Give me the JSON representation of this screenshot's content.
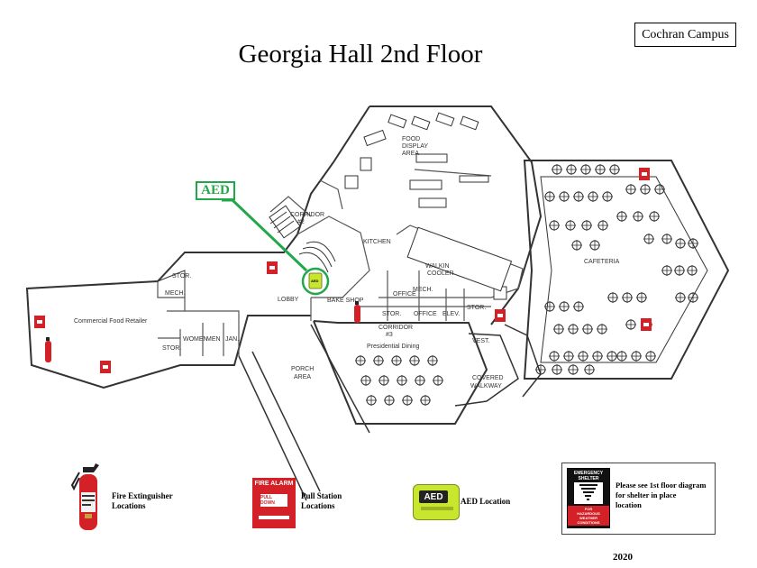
{
  "header": {
    "campus": "Cochran Campus",
    "title": "Georgia Hall 2nd Floor",
    "year": "2020"
  },
  "callout": {
    "aed_label": "AED"
  },
  "rooms": {
    "corridor2": "CORRIDOR",
    "corridor2_num": "#2",
    "food_display": "FOOD",
    "food_display_2": "DISPLAY",
    "food_display_3": "AREA",
    "kitchen": "KITCHEN",
    "walkin": "WALKIN",
    "cooler": "COOLER",
    "office1": "OFFICE",
    "mech1": "MECH.",
    "office2": "OFFICE",
    "elev": "ELEV.",
    "stor_a": "STOR.",
    "stor_b": "STOR.",
    "lobby": "LOBBY",
    "bake_shop": "BAKE SHOP",
    "corridor3": "CORRIDOR",
    "corridor3_num": "#3",
    "vest": "VEST.",
    "cafeteria": "CAFETERIA",
    "presidential": "Presidential Dining",
    "porch": "PORCH",
    "porch_2": "AREA",
    "covered": "COVERED",
    "covered_2": "WALKWAY",
    "stor_west": "STOR.",
    "mech_west": "MECH.",
    "retailer": "Commercial Food Retailer",
    "stor_south": "STOR.",
    "women": "WOMEN",
    "men": "MEN",
    "jan": "JAN."
  },
  "pull_station_sign": {
    "line1": "FIRE ALARM",
    "line2": "PULL DOWN"
  },
  "aed_device_label": "AED",
  "shelter_sign": {
    "line1": "EMERGENCY",
    "line2": "SHELTER",
    "line3": "FOR",
    "line4": "HAZARDOUS",
    "line5": "WEATHER",
    "line6": "CONDITIONS"
  },
  "legend": {
    "extinguisher_1": "Fire Extinguisher",
    "extinguisher_2": "Locations",
    "pull_1": "Pull Station",
    "pull_2": "Locations",
    "aed": "AED Location",
    "shelter_1": "Please see 1st floor diagram",
    "shelter_2": "for shelter in place",
    "shelter_3": "location"
  },
  "colors": {
    "callout_green": "#22a84a",
    "alarm_red": "#d42027",
    "aed_yellow": "#c8e62e",
    "wall": "#333333"
  },
  "icons": [
    "fire-extinguisher-icon",
    "pull-station-icon",
    "aed-icon",
    "tornado-shelter-icon"
  ]
}
